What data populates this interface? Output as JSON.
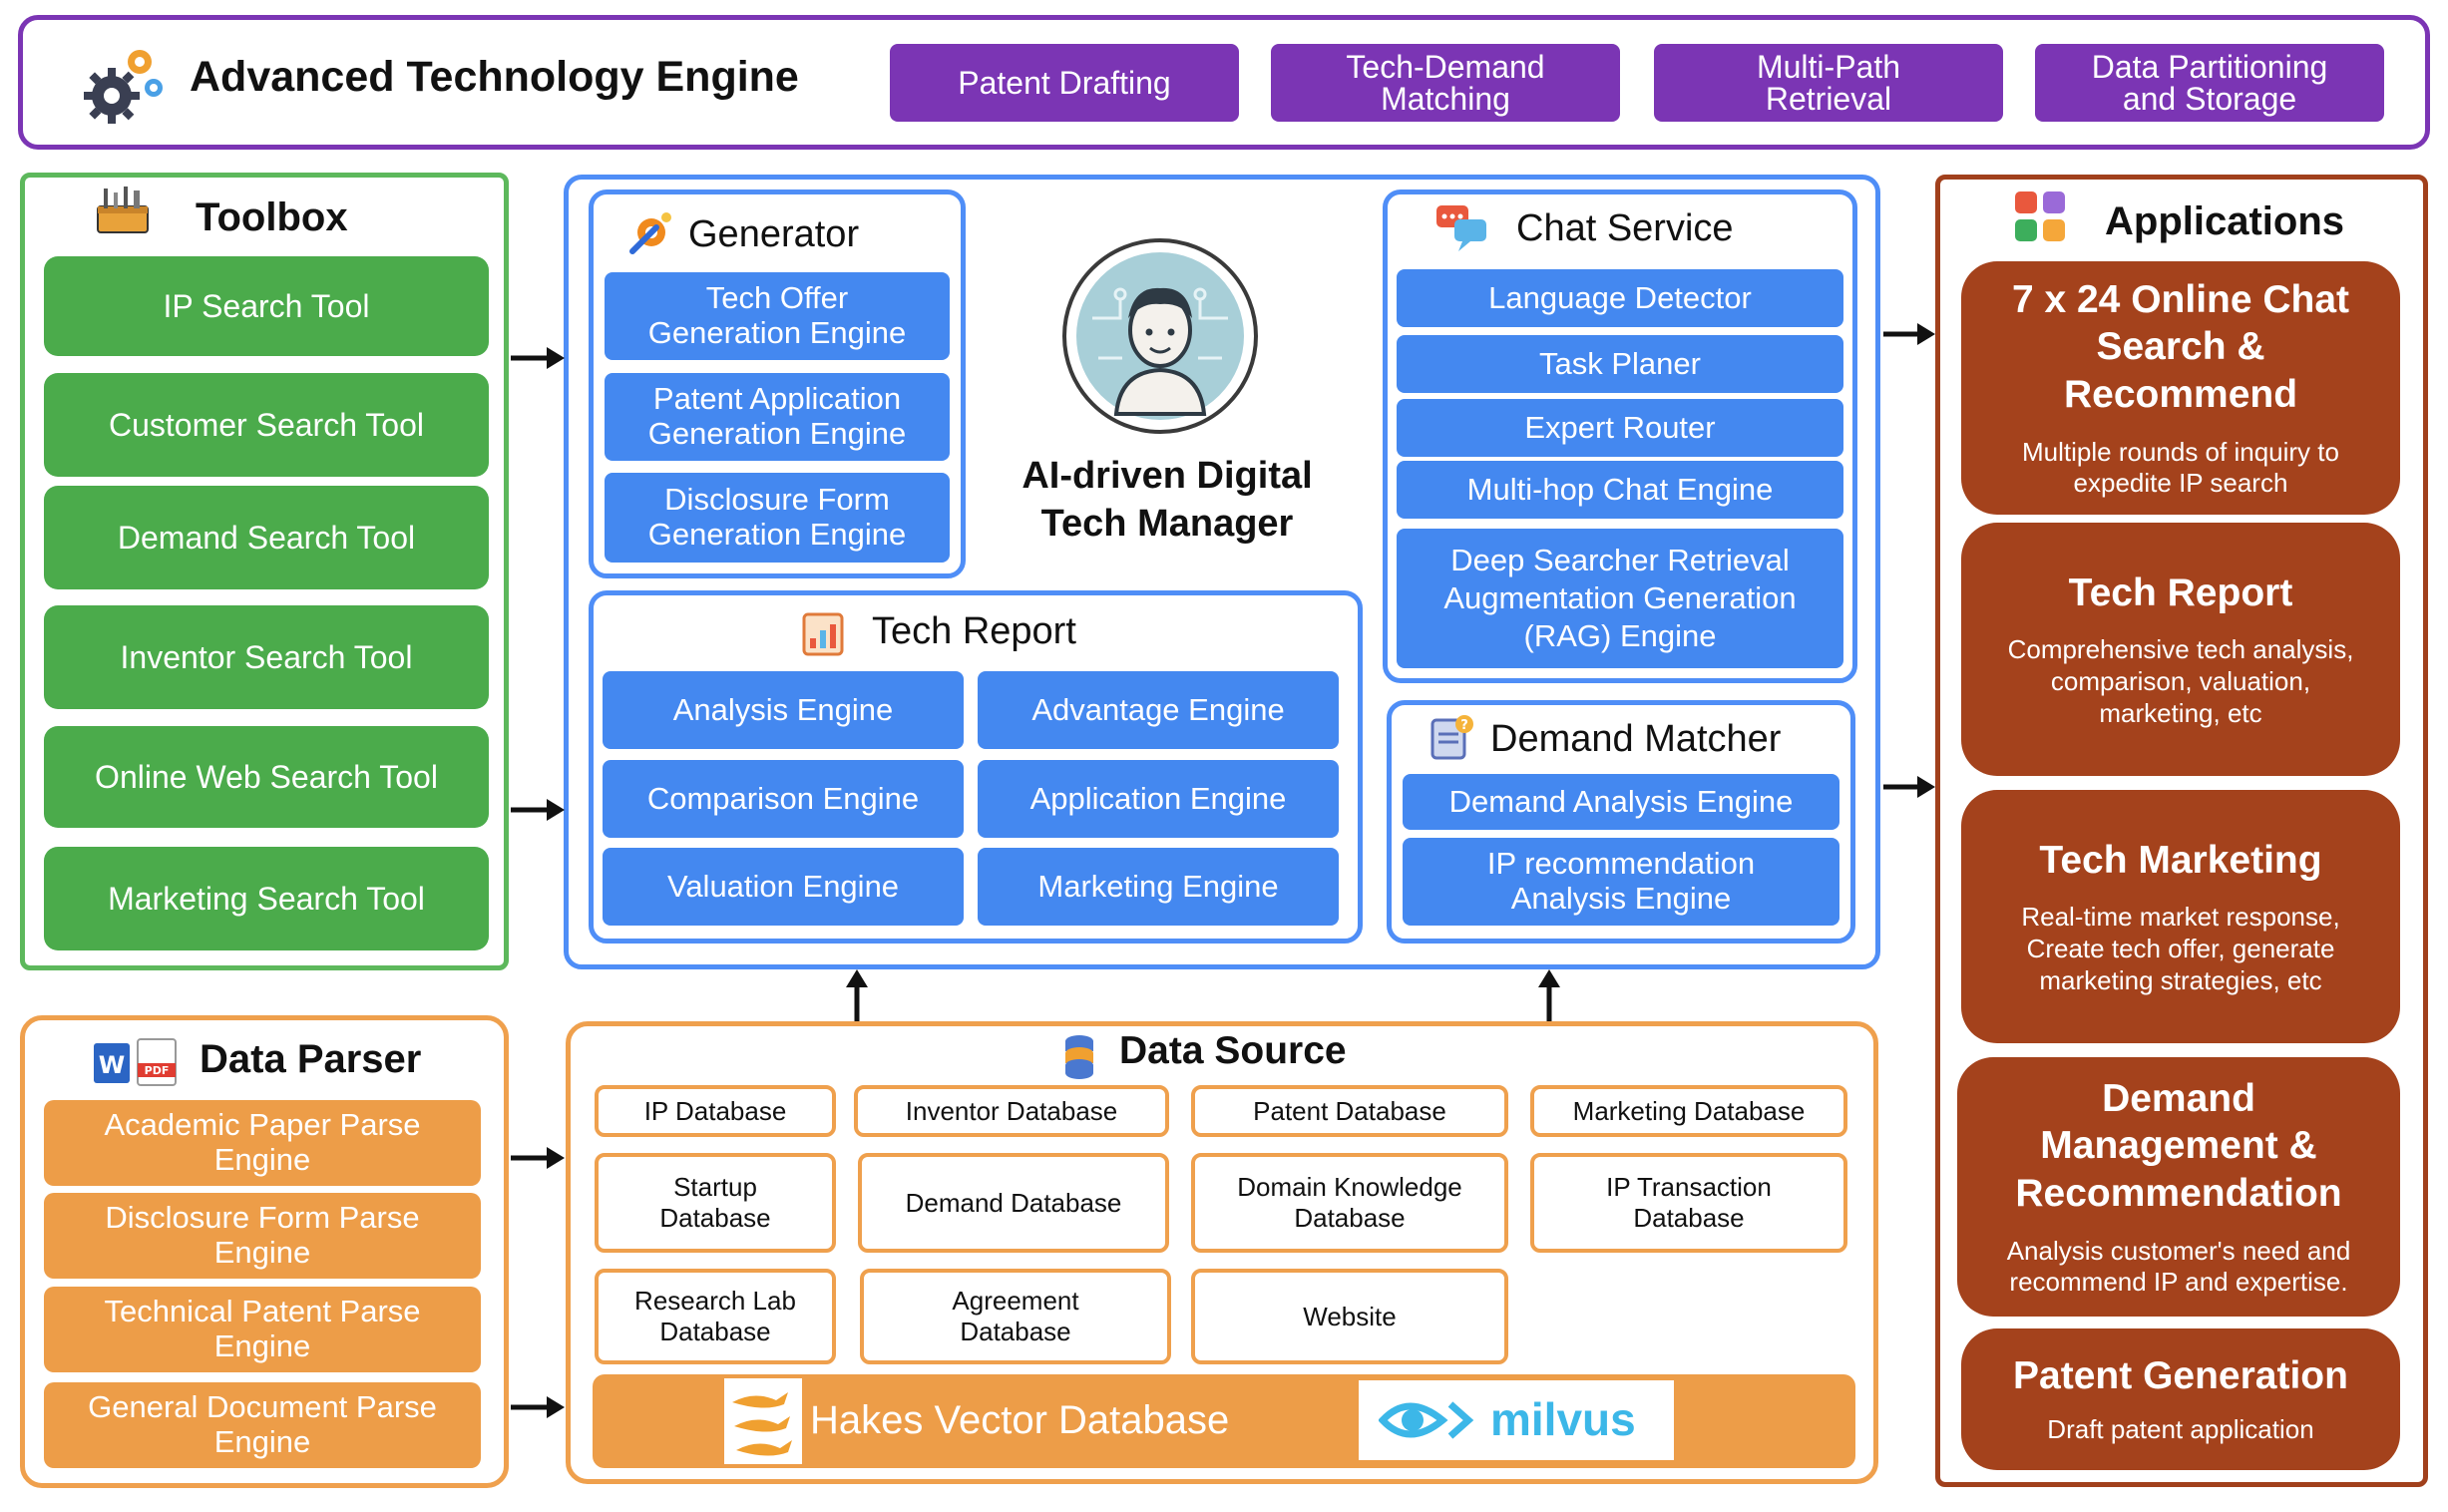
{
  "header": {
    "title": "Advanced Technology Engine",
    "pills": [
      "Patent Drafting",
      "Tech-Demand Matching",
      "Multi-Path Retrieval",
      "Data Partitioning and Storage"
    ]
  },
  "toolbox": {
    "title": "Toolbox",
    "tools": [
      "IP Search Tool",
      "Customer Search Tool",
      "Demand Search Tool",
      "Inventor Search Tool",
      "Online Web Search Tool",
      "Marketing Search Tool"
    ]
  },
  "data_parser": {
    "title": "Data Parser",
    "engines": [
      "Academic Paper Parse Engine",
      "Disclosure Form Parse Engine",
      "Technical Patent Parse Engine",
      "General Document Parse Engine"
    ]
  },
  "generator": {
    "title": "Generator",
    "engines": [
      "Tech Offer Generation Engine",
      "Patent Application Generation Engine",
      "Disclosure Form Generation Engine"
    ]
  },
  "center": {
    "label": "AI-driven Digital Tech Manager"
  },
  "chat_service": {
    "title": "Chat Service",
    "items": [
      "Language Detector",
      "Task Planer",
      "Expert Router",
      "Multi-hop Chat Engine",
      "Deep Searcher Retrieval Augmentation Generation (RAG) Engine"
    ]
  },
  "tech_report": {
    "title": "Tech Report",
    "engines": [
      "Analysis Engine",
      "Advantage Engine",
      "Comparison Engine",
      "Application Engine",
      "Valuation Engine",
      "Marketing Engine"
    ]
  },
  "demand_matcher": {
    "title": "Demand Matcher",
    "engines": [
      "Demand Analysis Engine",
      "IP recommendation Analysis Engine"
    ]
  },
  "data_source": {
    "title": "Data Source",
    "databases": [
      "IP Database",
      "Inventor Database",
      "Patent Database",
      "Marketing Database",
      "Startup Database",
      "Demand Database",
      "Domain Knowledge Database",
      "IP Transaction Database",
      "Research Lab Database",
      "Agreement Database",
      "Website"
    ],
    "vector_db": "Hakes Vector Database",
    "milvus": "milvus"
  },
  "applications": {
    "title": "Applications",
    "cards": [
      {
        "title": "7 x 24 Online Chat Search & Recommend",
        "desc": "Multiple rounds of inquiry to expedite IP search"
      },
      {
        "title": "Tech Report",
        "desc": "Comprehensive tech analysis, comparison, valuation, marketing, etc"
      },
      {
        "title": "Tech Marketing",
        "desc": "Real-time market response, Create tech offer, generate marketing strategies, etc"
      },
      {
        "title": "Demand Management & Recommendation",
        "desc": "Analysis customer's need and recommend IP and expertise."
      },
      {
        "title": "Patent Generation",
        "desc": "Draft patent application"
      }
    ]
  },
  "colors": {
    "header_purple": "#7b35b4",
    "toolbox_green": "#4bab4b",
    "engine_blue": "#4488f0",
    "parser_orange": "#ed9d48",
    "application_brown": "#a4421c"
  }
}
